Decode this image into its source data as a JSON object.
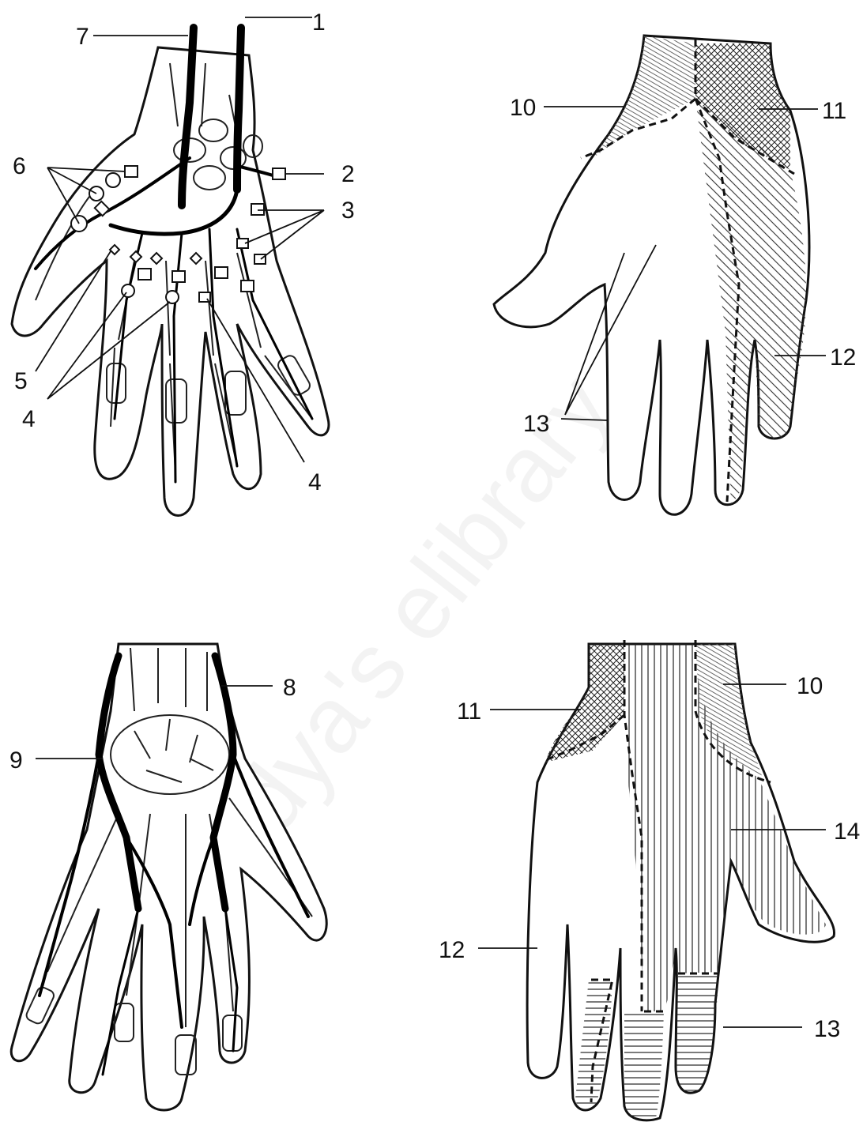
{
  "figure": {
    "watermark": "Nadya's elibrary",
    "panels": {
      "palm_arteries": {
        "labels": [
          "1",
          "2",
          "3",
          "4",
          "4",
          "5",
          "6",
          "7"
        ]
      },
      "palm_zones": {
        "labels": [
          "10",
          "11",
          "12",
          "13"
        ]
      },
      "dorsal_arteries": {
        "labels": [
          "8",
          "9"
        ]
      },
      "dorsal_zones": {
        "labels": [
          "10",
          "11",
          "12",
          "13",
          "14"
        ]
      }
    },
    "colors": {
      "ink": "#111111",
      "background": "#ffffff"
    }
  }
}
